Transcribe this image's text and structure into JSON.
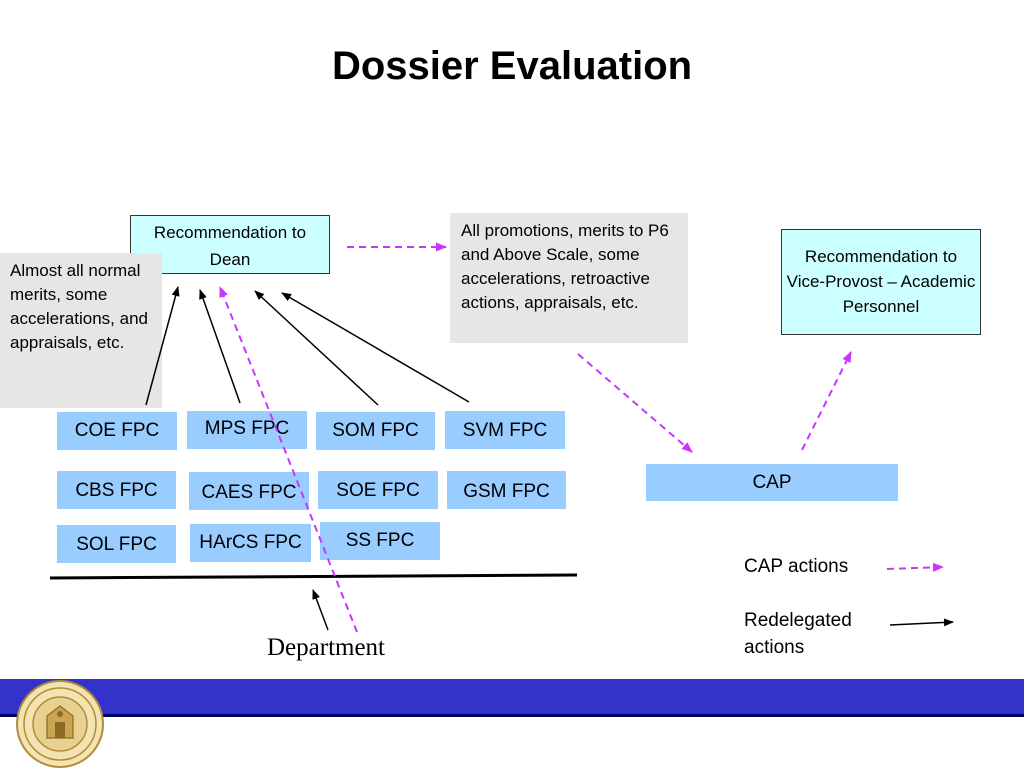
{
  "title": "Dossier Evaluation",
  "dean_box": "Recommendation to Dean",
  "vp_box": "Recommendation to Vice-Provost – Academic Personnel",
  "left_note": "Almost all normal merits, some accelerations, and appraisals, etc.",
  "right_note": "All promotions, merits to P6 and Above Scale, some accelerations, retroactive actions, appraisals, etc.",
  "fpc_row1": [
    "COE FPC",
    "MPS FPC",
    "SOM FPC",
    "SVM FPC"
  ],
  "fpc_row2": [
    "CBS FPC",
    "CAES FPC",
    "SOE FPC",
    "GSM FPC"
  ],
  "fpc_row3": [
    "SOL FPC",
    "HArCS FPC",
    "SS FPC"
  ],
  "cap": "CAP",
  "department": "Department",
  "legend": {
    "cap_actions": "CAP actions",
    "redelegated": "Redelegated actions"
  },
  "colors": {
    "cap_arrow": "#cc33ff",
    "fpc_fill": "#99ccff",
    "recommendation_fill": "#ccffff",
    "note_fill": "#e6e6e6",
    "footer_band": "#3333cc"
  }
}
